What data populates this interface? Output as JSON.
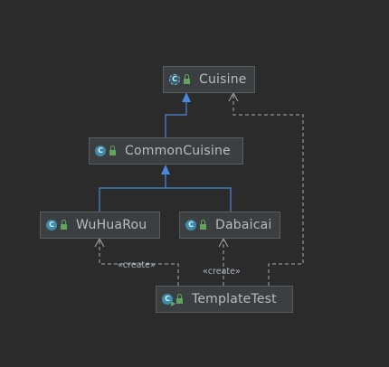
{
  "diagram": {
    "classes": {
      "cuisine": {
        "name": "Cuisine",
        "icon_letter": "C"
      },
      "common_cuisine": {
        "name": "CommonCuisine",
        "icon_letter": "C"
      },
      "wuhuarou": {
        "name": "WuHuaRou",
        "icon_letter": "C"
      },
      "dabaicai": {
        "name": "Dabaicai",
        "icon_letter": "C"
      },
      "template_test": {
        "name": "TemplateTest",
        "icon_letter": "C"
      }
    },
    "relations": {
      "create_label_left": "«create»",
      "create_label_right": "«create»"
    }
  },
  "colors": {
    "background": "#2b2b2b",
    "node_fill": "#3c3f41",
    "node_border": "#5b5e61",
    "inheritance": "#4a88d9",
    "dependency": "#aaaaaa",
    "class_icon": "#3d8ca9",
    "lock_icon": "#62a35e"
  }
}
